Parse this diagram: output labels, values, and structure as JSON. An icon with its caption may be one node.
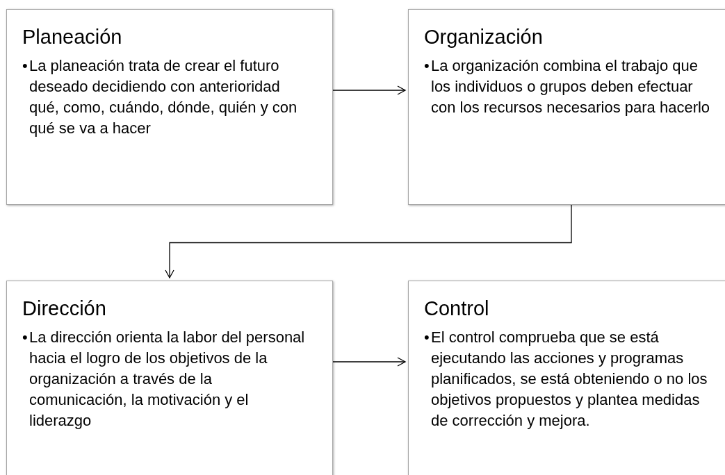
{
  "diagram": {
    "nodes": [
      {
        "text": [
          "Planeación",
          "•",
          "La planeación trata de crear el futuro deseado decidiendo con anterioridad qué, como, cuándo, dónde, quién y con qué se va a hacer"
        ]
      },
      {
        "text": [
          "Organización",
          "•",
          "La organización combina el trabajo que los individuos o grupos deben efectuar con los recursos necesarios para hacerlo"
        ]
      },
      {
        "text": [
          "Dirección",
          "•",
          "La dirección orienta la labor del personal hacia el logro de los objetivos de la organización a través de la comunicación, la motivación y el liderazgo"
        ]
      },
      {
        "text": [
          "Control",
          "•",
          "El control comprueba que se está ejecutando las acciones y programas planificados, se está obteniendo o no los objetivos propuestos y plantea medidas de corrección y mejora."
        ]
      }
    ],
    "edges": [
      {
        "from": 0,
        "to": 1,
        "arrow": "to"
      },
      {
        "from": 1,
        "to": 2,
        "arrow": "to"
      },
      {
        "from": 2,
        "to": 3,
        "arrow": "to"
      }
    ]
  }
}
